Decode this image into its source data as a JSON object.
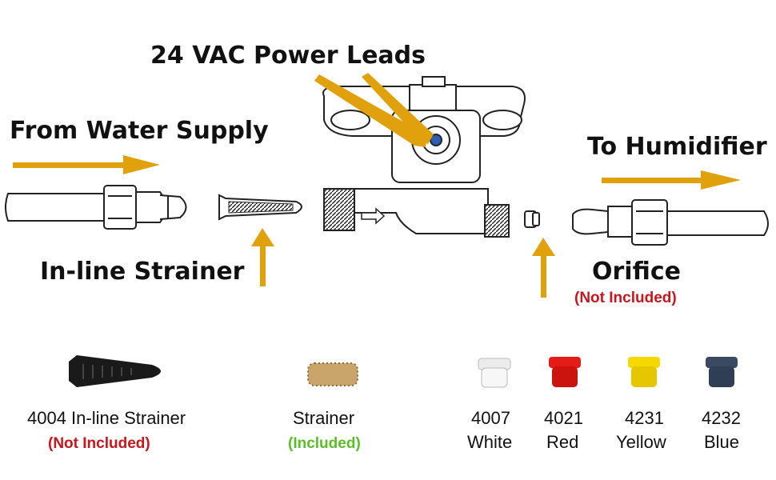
{
  "labels": {
    "power_leads": "24 VAC Power Leads",
    "from_supply": "From Water Supply",
    "to_humidifier": "To Humidifier",
    "inline_strainer": "In-line Strainer",
    "orifice": "Orifice",
    "orifice_note": "(Not Included)"
  },
  "parts": [
    {
      "name": "4004 In-line Strainer",
      "note": "(Not Included)",
      "note_color": "#c8161d"
    },
    {
      "name": "Strainer",
      "note": "(Included)",
      "note_color": "#5bbf2a"
    }
  ],
  "orifices": [
    {
      "code": "4007",
      "color_name": "White",
      "color": "#f2f2f2"
    },
    {
      "code": "4021",
      "color_name": "Red",
      "color": "#e41b17"
    },
    {
      "code": "4231",
      "color_name": "Yellow",
      "color": "#f5d800"
    },
    {
      "code": "4232",
      "color_name": "Blue",
      "color": "#2f3e54"
    }
  ],
  "colors": {
    "arrow": "#e0a10d",
    "not_included": "#c8161d",
    "included": "#5bbf2a"
  }
}
